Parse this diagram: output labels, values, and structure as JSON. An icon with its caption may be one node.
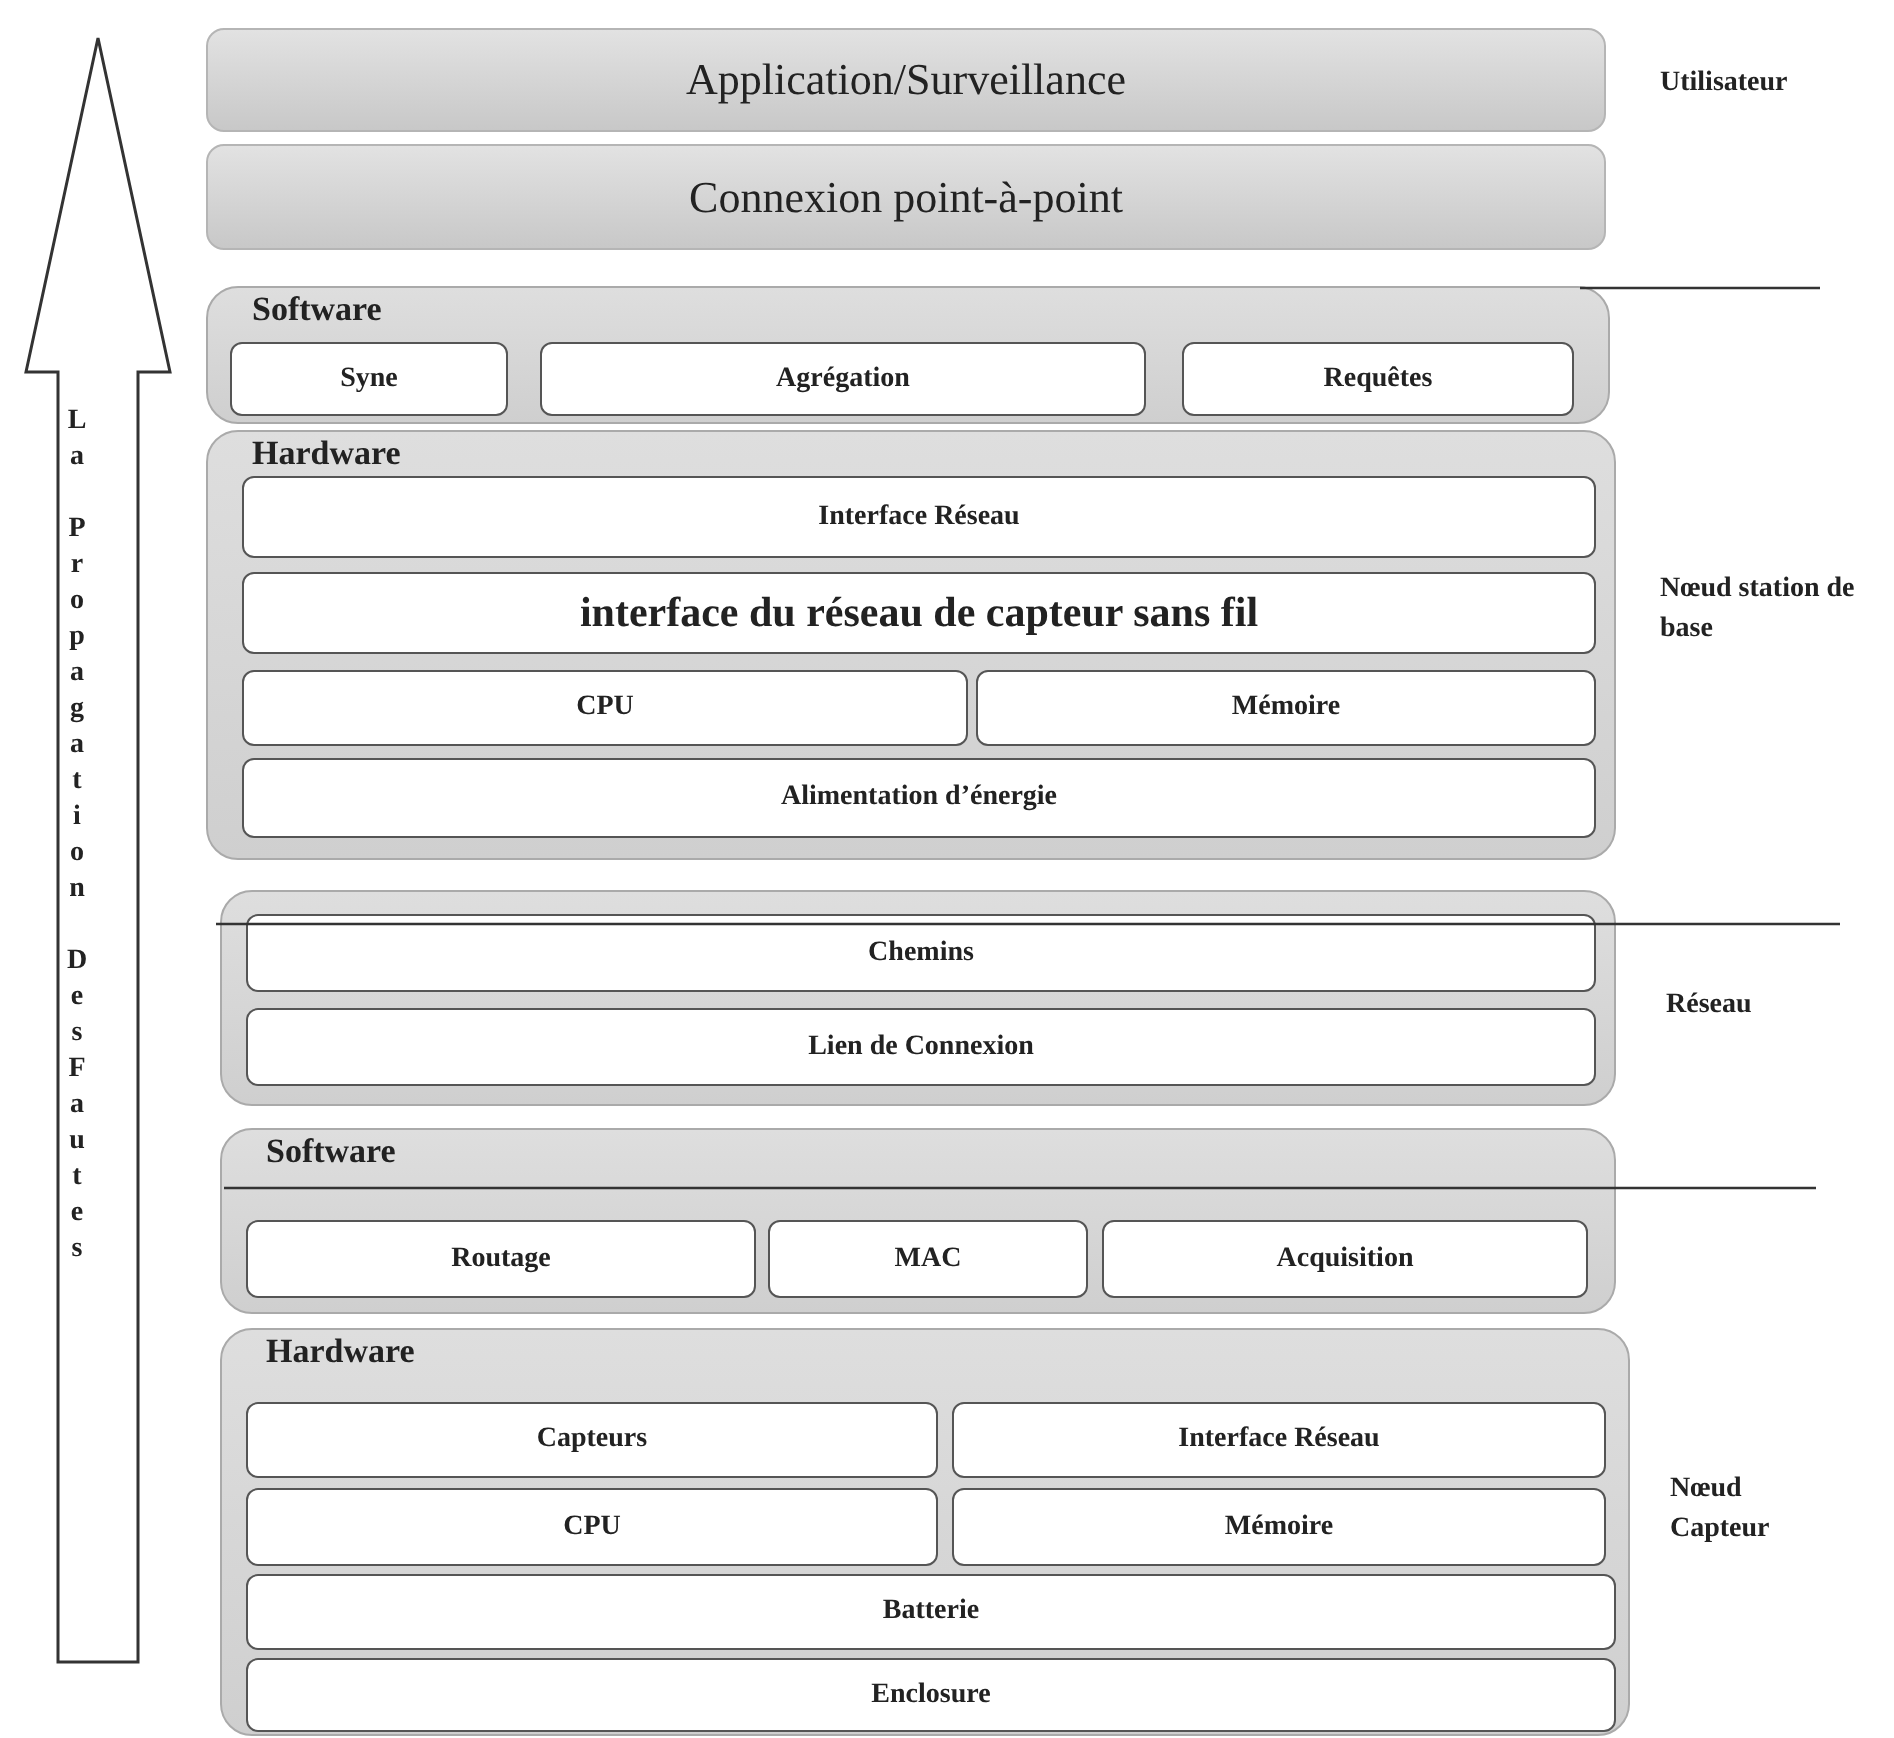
{
  "diagram": {
    "nodes": [
      {
        "text": [
          "Application/Surveillance"
        ]
      },
      {
        "text": [
          "Connexion point-à-point"
        ]
      },
      {
        "text": [
          "Software"
        ]
      },
      {
        "text": [
          "Syne"
        ],
        "in": 2
      },
      {
        "text": [
          "Agrégation"
        ],
        "in": 2
      },
      {
        "text": [
          "Requêtes"
        ],
        "in": 2
      },
      {
        "text": [
          "Hardware"
        ]
      },
      {
        "text": [
          "Interface Réseau"
        ],
        "in": 6
      },
      {
        "text": [
          "interface du réseau de capteur sans fil"
        ],
        "in": 6
      },
      {
        "text": [
          "CPU"
        ],
        "in": 6
      },
      {
        "text": [
          "Mémoire"
        ],
        "in": 6
      },
      {
        "text": [
          "Alimentation d’énergie"
        ],
        "in": 6
      },
      {
        "text": [],
        "shape": "box"
      },
      {
        "text": [
          "Chemins"
        ],
        "in": 12
      },
      {
        "text": [
          "Lien de Connexion"
        ],
        "in": 12
      },
      {
        "text": [
          "Software"
        ]
      },
      {
        "text": [
          "Routage"
        ],
        "in": 15
      },
      {
        "text": [
          "MAC"
        ],
        "in": 15
      },
      {
        "text": [
          "Acquisition"
        ],
        "in": 15
      },
      {
        "text": [
          "Hardware"
        ]
      },
      {
        "text": [
          "Capteurs"
        ],
        "in": 19
      },
      {
        "text": [
          "Interface Réseau"
        ],
        "in": 19
      },
      {
        "text": [
          "CPU"
        ],
        "in": 19
      },
      {
        "text": [
          "Mémoire"
        ],
        "in": 19
      },
      {
        "text": [
          "Batterie"
        ],
        "in": 19
      },
      {
        "text": [
          "Enclosure"
        ],
        "in": 19
      },
      {
        "text": [
          "La Propagation DesFautes"
        ]
      }
    ],
    "edges": [],
    "labels": [
      "Utilisateur",
      "Nœud station de base",
      "Réseau",
      "Nœud Capteur"
    ]
  }
}
